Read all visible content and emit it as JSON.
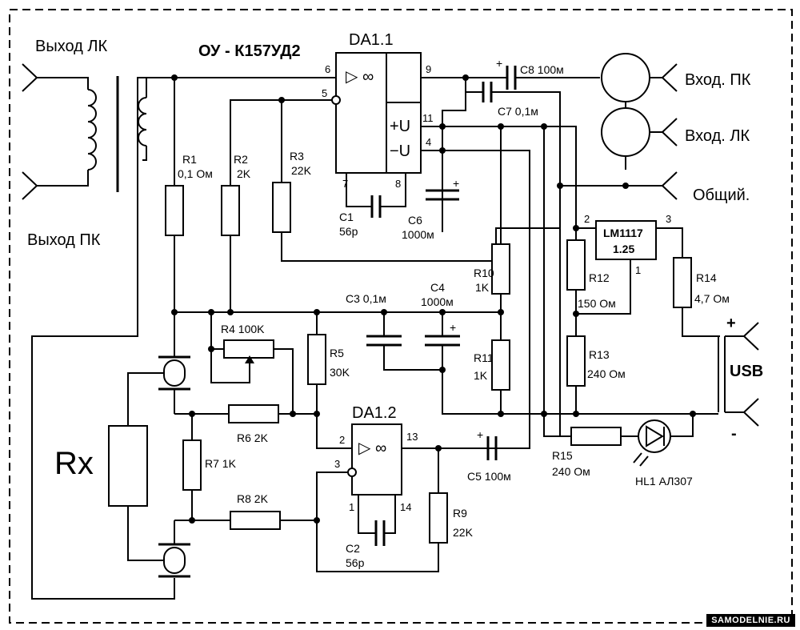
{
  "chip_type_label": "ОУ - К157УД2",
  "da1_1": "DA1.1",
  "da1_2": "DA1.2",
  "opamp_symbol": "▷ ∞",
  "supply_plus": "+U",
  "supply_minus": "−U",
  "connectors": {
    "out_lk": "Выход ЛК",
    "out_pk": "Выход ПК",
    "in_pk": "Вход. ПК",
    "in_lk": "Вход. ЛК",
    "common": "Общий.",
    "usb": "USB",
    "usb_plus": "+",
    "usb_minus": "-"
  },
  "rx": "Rx",
  "regulator": {
    "name": "LM1117",
    "value": "1.25"
  },
  "pins": {
    "da1_6": "6",
    "da1_5": "5",
    "da1_9": "9",
    "da1_11": "11",
    "da1_4": "4",
    "da1_7": "7",
    "da1_8": "8",
    "da2_2": "2",
    "da2_3": "3",
    "da2_13": "13",
    "da2_1": "1",
    "da2_14": "14",
    "reg_2": "2",
    "reg_3": "3",
    "reg_1": "1"
  },
  "components": {
    "R1": {
      "ref": "R1",
      "val": "0,1 Ом"
    },
    "R2": {
      "ref": "R2",
      "val": "2K"
    },
    "R3": {
      "ref": "R3",
      "val": "22K"
    },
    "R4": "R4 100K",
    "R5": {
      "ref": "R5",
      "val": "30K"
    },
    "R6": "R6 2K",
    "R7": "R7 1K",
    "R8": "R8 2K",
    "R9": {
      "ref": "R9",
      "val": "22K"
    },
    "R10": {
      "ref": "R10",
      "val": "1K"
    },
    "R11": {
      "ref": "R11",
      "val": "1K"
    },
    "R12": {
      "ref": "R12",
      "val": "150 Ом"
    },
    "R13": {
      "ref": "R13",
      "val": "240 Ом"
    },
    "R14": {
      "ref": "R14",
      "val": "4,7 Ом"
    },
    "R15": {
      "ref": "R15",
      "val": "240 Ом"
    },
    "C1": {
      "ref": "C1",
      "val": "56р"
    },
    "C2": {
      "ref": "C2",
      "val": "56р"
    },
    "C3": "C3 0,1м",
    "C4": {
      "ref": "C4",
      "val": "1000м"
    },
    "C5": "C5 100м",
    "C6": {
      "ref": "C6",
      "val": "1000м"
    },
    "C7": "C7 0,1м",
    "C8": "C8 100м",
    "HL1": "HL1 АЛ307"
  },
  "watermark": "SAMODELNIE.RU"
}
